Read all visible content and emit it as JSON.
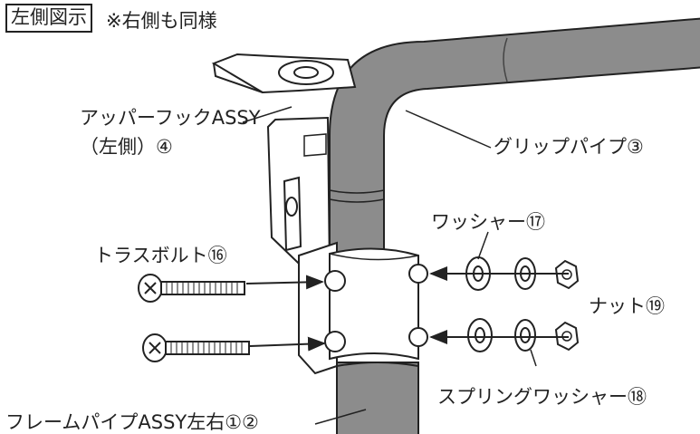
{
  "header": {
    "view_label": "左側図示",
    "note": "※右側も同様"
  },
  "parts": [
    {
      "key": "upper_hook",
      "line1": "アッパーフックASSY",
      "line2": "（左側）④"
    },
    {
      "key": "grip_pipe",
      "label": "グリップパイプ③"
    },
    {
      "key": "washer",
      "label": "ワッシャー⑰"
    },
    {
      "key": "truss_bolt",
      "label": "トラスボルト⑯"
    },
    {
      "key": "nut",
      "label": "ナット⑲"
    },
    {
      "key": "spring_washer",
      "label": "スプリングワッシャー⑱"
    },
    {
      "key": "frame_pipe",
      "label": "フレームパイプASSY左右①②"
    }
  ],
  "colors": {
    "pipe": "#8c8c8c",
    "pipe_shadow": "#6e6e6e",
    "ink": "#222222",
    "metal": "#ffffff"
  }
}
